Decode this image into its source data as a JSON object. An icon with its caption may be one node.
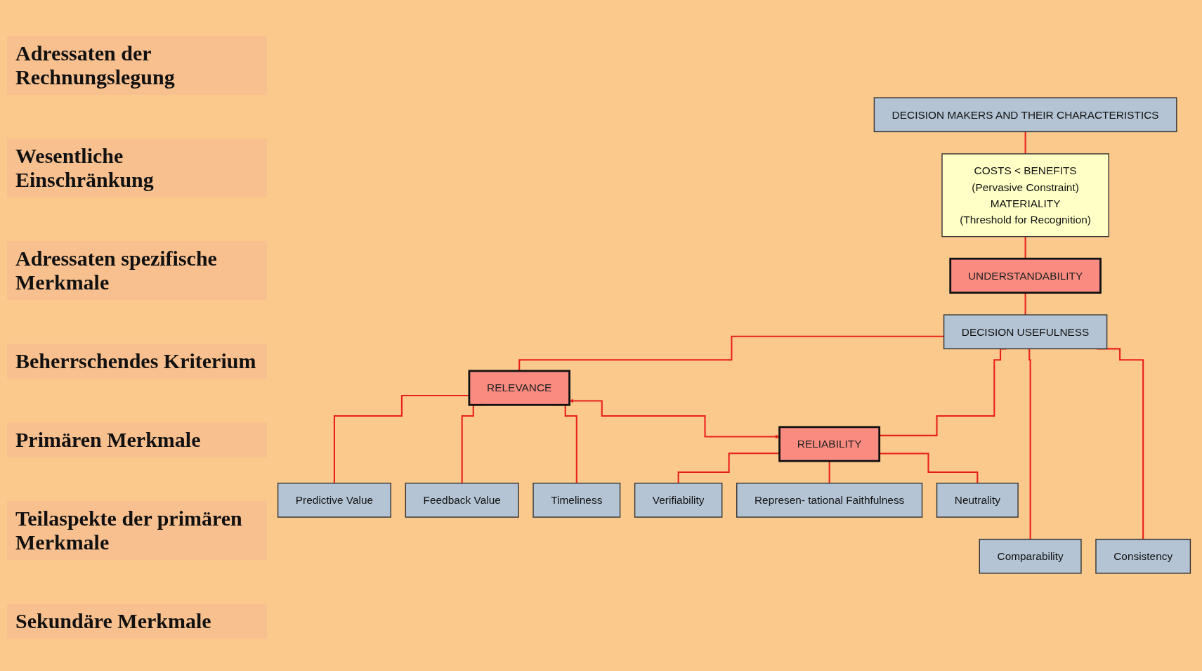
{
  "diagram": {
    "nodes": [
      {
        "text": [
          "DECISION MAKERS AND THEIR CHARACTERISTICS"
        ]
      },
      {
        "text": [
          "COSTS < BENEFITS",
          "(Pervasive Constraint)",
          "MATERIALITY",
          "(Threshold for Recognition)"
        ]
      },
      {
        "text": [
          "UNDERSTANDABILITY"
        ]
      },
      {
        "text": [
          "DECISION USEFULNESS"
        ]
      },
      {
        "text": [
          "RELEVANCE"
        ]
      },
      {
        "text": [
          "RELIABILITY"
        ]
      },
      {
        "text": [
          "Predictive Value"
        ]
      },
      {
        "text": [
          "Feedback Value"
        ]
      },
      {
        "text": [
          "Timeliness"
        ]
      },
      {
        "text": [
          "Verifiability"
        ]
      },
      {
        "text": [
          "Represen- tational Faithfulness"
        ]
      },
      {
        "text": [
          "Neutrality"
        ]
      },
      {
        "text": [
          "Comparability"
        ]
      },
      {
        "text": [
          "Consistency"
        ]
      }
    ],
    "edges": [
      {
        "from": 0,
        "to": 1,
        "arrow": "none"
      },
      {
        "from": 1,
        "to": 2,
        "arrow": "none"
      },
      {
        "from": 2,
        "to": 3,
        "arrow": "none"
      },
      {
        "from": 3,
        "to": 4,
        "arrow": "none"
      },
      {
        "from": 3,
        "to": 5,
        "arrow": "none"
      },
      {
        "from": 4,
        "to": 5,
        "arrow": "both"
      },
      {
        "from": 4,
        "to": 6,
        "arrow": "none"
      },
      {
        "from": 4,
        "to": 7,
        "arrow": "none"
      },
      {
        "from": 4,
        "to": 8,
        "arrow": "none"
      },
      {
        "from": 5,
        "to": 9,
        "arrow": "none"
      },
      {
        "from": 5,
        "to": 10,
        "arrow": "none"
      },
      {
        "from": 5,
        "to": 11,
        "arrow": "none"
      },
      {
        "from": 3,
        "to": 12,
        "arrow": "none"
      },
      {
        "from": 3,
        "to": 13,
        "arrow": "none"
      }
    ],
    "labels": [
      "Adressaten der Rechnungslegung",
      "Wesentliche Einschränkung",
      "Adressaten spezifische Merkmale",
      "Beherrschendes Kriterium",
      "Primären Merkmale",
      "Teilaspekte der primären Merkmale",
      "Sekundäre Merkmale"
    ]
  }
}
